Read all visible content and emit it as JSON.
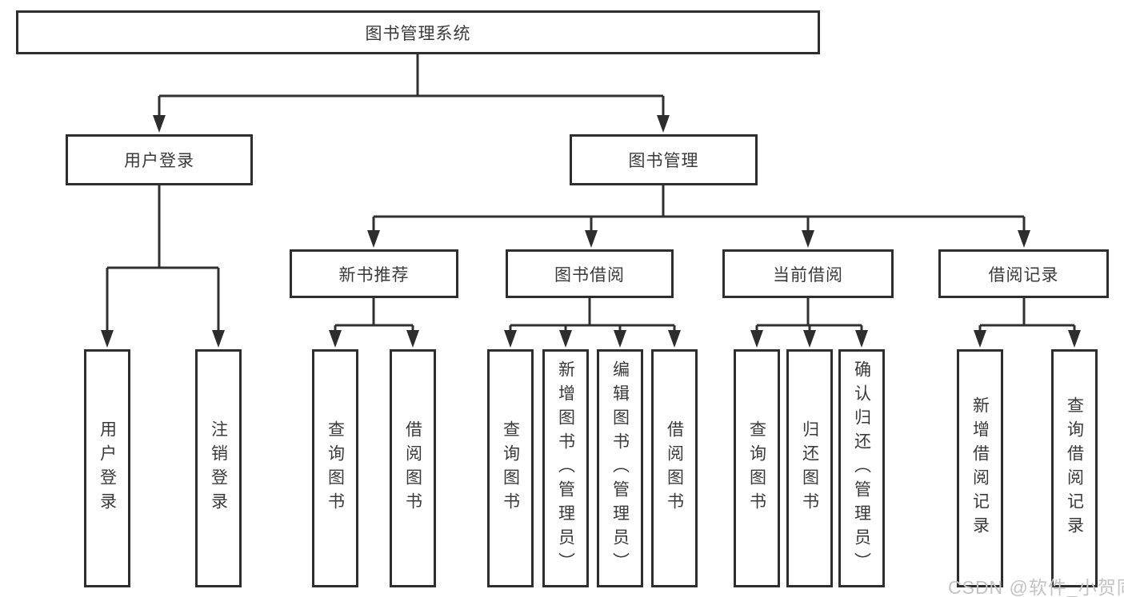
{
  "watermark": "CSDN @软件_小贺同学",
  "colors": {
    "line": "#303030",
    "box_border": "#2e2e2e",
    "text": "#3a3a3a",
    "watermark": "#c3c3c3",
    "background": "#ffffff"
  },
  "tree": {
    "label": "图书管理系统",
    "children": [
      {
        "label": "用户登录",
        "children": [
          {
            "label": "用户登录"
          },
          {
            "label": "注销登录"
          }
        ]
      },
      {
        "label": "图书管理",
        "children": [
          {
            "label": "新书推荐",
            "children": [
              {
                "label": "查询图书"
              },
              {
                "label": "借阅图书"
              }
            ]
          },
          {
            "label": "图书借阅",
            "children": [
              {
                "label": "查询图书"
              },
              {
                "label": "新增图书（管理员）"
              },
              {
                "label": "编辑图书（管理员）"
              },
              {
                "label": "借阅图书"
              }
            ]
          },
          {
            "label": "当前借阅",
            "children": [
              {
                "label": "查询图书"
              },
              {
                "label": "归还图书"
              },
              {
                "label": "确认归还（管理员）"
              }
            ]
          },
          {
            "label": "借阅记录",
            "children": [
              {
                "label": "新增借阅记录"
              },
              {
                "label": "查询借阅记录"
              }
            ]
          }
        ]
      }
    ]
  }
}
